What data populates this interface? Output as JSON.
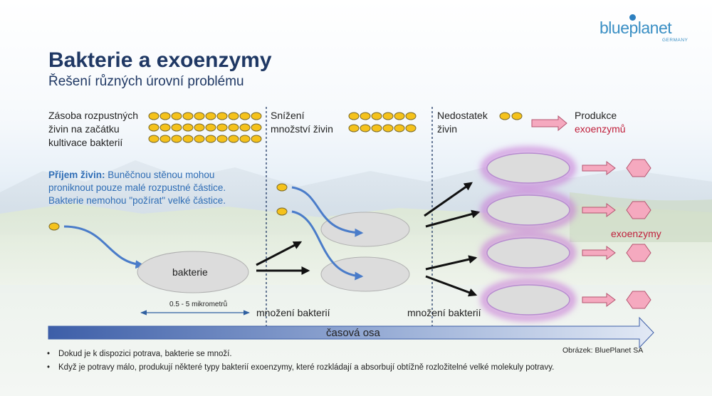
{
  "header": {
    "title": "Bakterie  a exoenzymy",
    "subtitle": "Řešení různých úrovní problému",
    "logo": {
      "text_blue": "blue",
      "text_planet": "planet",
      "sub": "GERMANY"
    }
  },
  "stages": {
    "stage1": [
      "Zásoba rozpustných",
      "živin na začátku",
      "kultivace bakterií"
    ],
    "stage2": [
      "Snížení",
      "množství  živin"
    ],
    "stage3": [
      "Nedostatek",
      "živin"
    ],
    "stage4_line1": "Produkce",
    "stage4_line2": "exoenzymů"
  },
  "intake": {
    "bold": "Příjem živin:",
    "text": " Buněčnou  stěnou mohou  proniknout  pouze  malé  rozpustné  částice.  Bakterie nemohou \"požírat\"  velké  částice."
  },
  "labels": {
    "bacterium": "bakterie",
    "size": "0.5 - 5 mikrometrů",
    "multiply1": "množení  bakterií",
    "multiply2": "množení  bakterií",
    "exoenzymes": "exoenzymy",
    "time_axis": "časová osa",
    "credit": "Obrázek: BluePlanet SA"
  },
  "bullets": [
    "Dokud je k dispozici potrava, bakterie se množí.",
    "Když je potravy málo, produkují některé typy bakterií exoenzymy,  které rozkládají  a absorbují obtížně rozložitelné velké molekuly potravy."
  ],
  "colors": {
    "nutrient_fill": "#f5c21b",
    "nutrient_stroke": "#7a6a2a",
    "bacteria_fill": "#dcdcdc",
    "glow": "#c879d6",
    "enzyme_fill": "#f5a9bf",
    "enzyme_stroke": "#b5536f",
    "curve": "#4a7cc9",
    "title": "#1f3864",
    "accent_red": "#c0203c",
    "axis_fill": "#4f6fb3"
  },
  "counts": {
    "nutrients_stage1": [
      10,
      10,
      10
    ],
    "nutrients_stage2": [
      6,
      6
    ],
    "nutrients_stage3": 2,
    "divided_bacteria": 2,
    "enzyme_bacteria": 4
  }
}
